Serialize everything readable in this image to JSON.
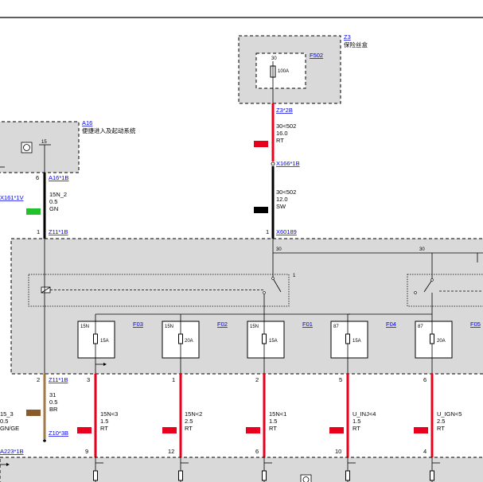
{
  "z3": {
    "id": "Z3",
    "name": "保险丝盒",
    "fuse": "F502",
    "pin": "30",
    "rating": "100A",
    "connector": "Z3*2B"
  },
  "a16": {
    "id": "A16",
    "name": "便捷进入及起动系统",
    "pin_label": "15",
    "pin_no": "6",
    "connector": "A16*1B"
  },
  "wire_z3": {
    "signal": "30<502",
    "size": "16.0",
    "color": "RT",
    "color_hex": "#e8001c"
  },
  "x166": {
    "connector": "X166*1B"
  },
  "wire_x166": {
    "signal": "30<502",
    "size": "12.0",
    "color": "SW",
    "color_hex": "#000000"
  },
  "x161": {
    "connector": "X161*1V"
  },
  "wire_15n2": {
    "signal": "15N_2",
    "size": "0.5",
    "color": "GN",
    "color_hex": "#22c02a"
  },
  "z11_top": {
    "pin": "1",
    "connector": "Z11*1B"
  },
  "x60189": {
    "pin": "1",
    "connector": "X60189"
  },
  "bus": {
    "label_a": "30",
    "label_b": "30",
    "relay_pin": "1"
  },
  "fuses": [
    {
      "label": "15N",
      "name": "F03",
      "rating": "15A",
      "pin": "3",
      "signal": "15N<3",
      "size": "1.5",
      "color": "RT"
    },
    {
      "label": "15N",
      "name": "F02",
      "rating": "20A",
      "pin": "1",
      "signal": "15N<2",
      "size": "2.5",
      "color": "RT"
    },
    {
      "label": "15N",
      "name": "F01",
      "rating": "15A",
      "pin": "2",
      "signal": "15N<1",
      "size": "1.5",
      "color": "RT"
    },
    {
      "label": "87",
      "name": "F04",
      "rating": "15A",
      "pin": "5",
      "signal": "U_INJ<4",
      "size": "1.5",
      "color": "RT"
    },
    {
      "label": "87",
      "name": "F05",
      "rating": "20A",
      "pin": "6",
      "signal": "U_IGN<5",
      "size": "2.5",
      "color": "RT"
    }
  ],
  "bottom_pins": [
    "9",
    "12",
    "6",
    "10",
    "4"
  ],
  "z11_bottom": {
    "pin": "2",
    "connector": "Z11*1B"
  },
  "wire_31": {
    "signal": "31",
    "size": "0.5",
    "color": "BR",
    "color_hex": "#8b5a2b"
  },
  "wire_15_3": {
    "signal": "15_3",
    "size": "0.5",
    "color": "GN/GE",
    "color_hex": "#a0784a"
  },
  "z10": {
    "connector": "Z10*3B"
  },
  "a223": {
    "connector": "A223*1B"
  }
}
